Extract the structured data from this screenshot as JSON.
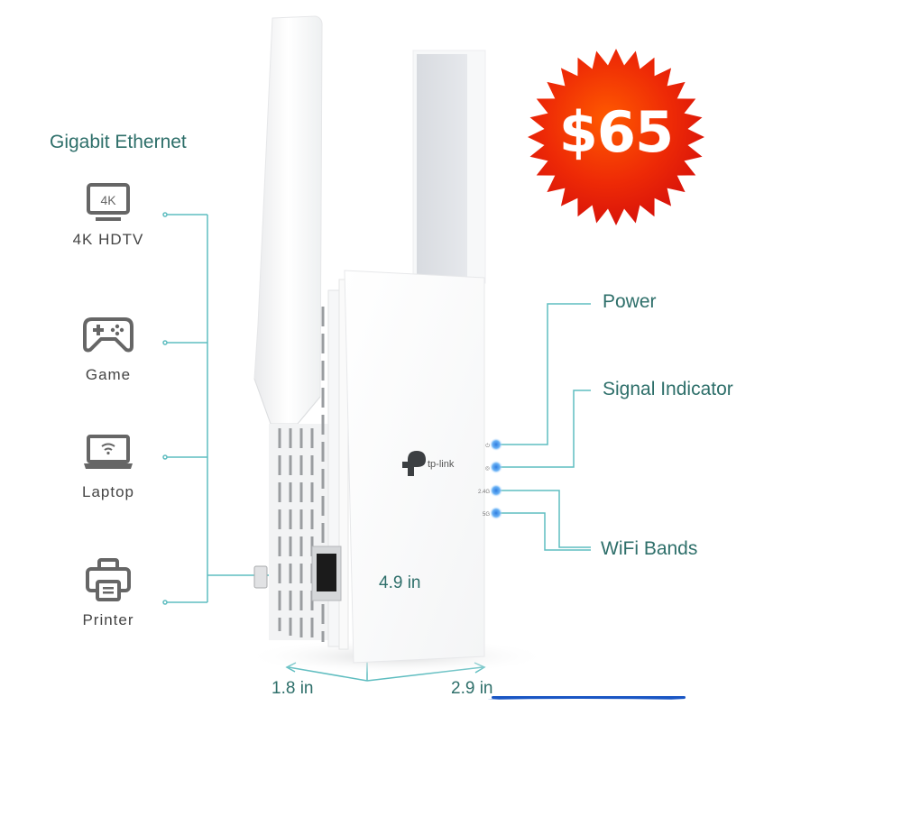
{
  "left_panel": {
    "heading": "Gigabit Ethernet",
    "devices": [
      {
        "label": "4K HDTV",
        "icon": "tv-4k-icon",
        "icon_text": "4K"
      },
      {
        "label": "Game",
        "icon": "gamepad-icon"
      },
      {
        "label": "Laptop",
        "icon": "laptop-wifi-icon"
      },
      {
        "label": "Printer",
        "icon": "printer-icon"
      }
    ]
  },
  "price_badge": {
    "text": "$65",
    "color": "#e8200a",
    "center_color": "#ff5a00"
  },
  "product": {
    "brand": "tp-link",
    "leds": [
      {
        "symbol": "⏻",
        "name": "power"
      },
      {
        "symbol": "◎",
        "name": "signal"
      },
      {
        "symbol": "2.4G",
        "name": "2.4g"
      },
      {
        "symbol": "5G",
        "name": "5g"
      }
    ]
  },
  "callouts": {
    "power": "Power",
    "signal": "Signal Indicator",
    "wifi_bands": "WiFi Bands"
  },
  "dimensions": {
    "height": "4.9 in",
    "depth": "1.8 in",
    "width": "2.9 in"
  },
  "colors": {
    "line": "#5fbdc0",
    "text_teal": "#2e6f6a",
    "led_blue": "#2f7de0",
    "icon_gray": "#666666"
  }
}
